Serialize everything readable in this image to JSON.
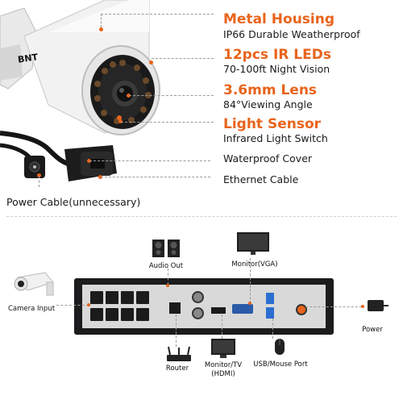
{
  "brand_mark": "BNT",
  "features": [
    {
      "title": "Metal Housing",
      "subtitle": "IP66 Durable Weatherproof"
    },
    {
      "title": "12pcs IR LEDs",
      "subtitle": "70-100ft Night Vision"
    },
    {
      "title": "3.6mm Lens",
      "subtitle": "84°Viewing Angle"
    },
    {
      "title": "Light Sensor",
      "subtitle": "Infrared Light Switch"
    }
  ],
  "cable_callouts": {
    "waterproof_cover": "Waterproof Cover",
    "ethernet_cable": "Ethernet Cable",
    "power_cable": "Power Cable(unnecessary)"
  },
  "nvr_connections": {
    "audio_out": "Audio Out",
    "monitor_vga": "Monitor(VGA)",
    "camera_input": "Camera Input",
    "power": "Power",
    "router": "Router",
    "monitor_tv_line1": "Monitor/TV",
    "monitor_tv_line2": "(HDMI)",
    "usb_mouse_port": "USB/Mouse Port"
  },
  "colors": {
    "accent": "#e8641c",
    "text": "#1a1a1a",
    "nvr_body": "#1c1c1e",
    "nvr_panel": "#d9d9d9"
  }
}
